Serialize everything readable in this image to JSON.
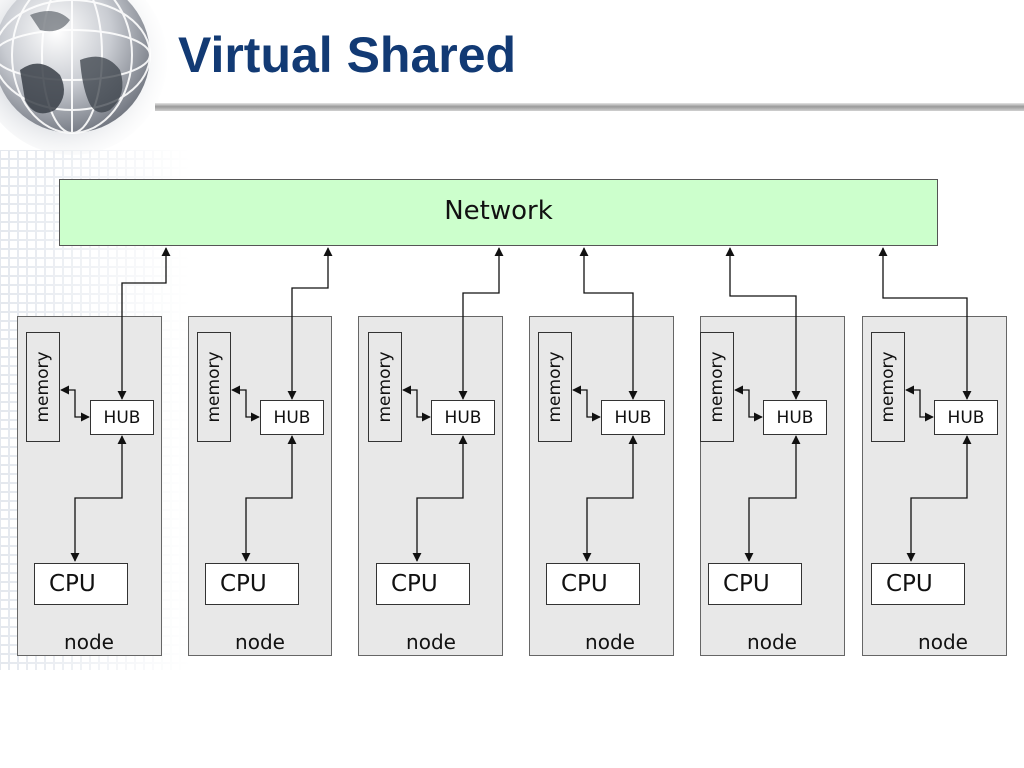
{
  "title": "Virtual Shared",
  "network": {
    "label": "Network"
  },
  "nodes": [
    {
      "memory": "memory",
      "hub": "HUB",
      "cpu": "CPU",
      "label": "node"
    },
    {
      "memory": "memory",
      "hub": "HUB",
      "cpu": "CPU",
      "label": "node"
    },
    {
      "memory": "memory",
      "hub": "HUB",
      "cpu": "CPU",
      "label": "node"
    },
    {
      "memory": "memory",
      "hub": "HUB",
      "cpu": "CPU",
      "label": "node"
    },
    {
      "memory": "memory",
      "hub": "HUB",
      "cpu": "CPU",
      "label": "node"
    },
    {
      "memory": "memory",
      "hub": "HUB",
      "cpu": "CPU",
      "label": "node"
    }
  ],
  "colors": {
    "title": "#123a74",
    "network_fill": "#ccffcc",
    "node_fill": "#e8e8e8"
  },
  "icons": [
    "globe-icon"
  ]
}
